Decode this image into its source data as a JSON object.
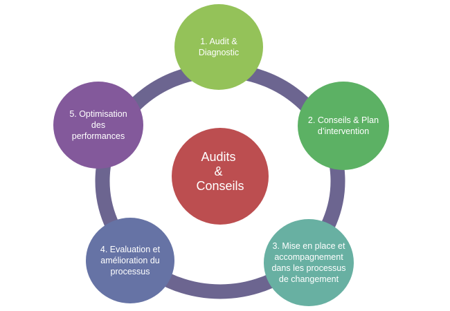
{
  "diagram": {
    "title_lines": [
      "Audits",
      "&",
      "Conseils"
    ],
    "center_color": "#bc4e50",
    "ring_color": "#6c6590",
    "steps": [
      {
        "id": "step-1",
        "lines": [
          "1. Audit &",
          "Diagnostic"
        ],
        "color": "#94c259"
      },
      {
        "id": "step-2",
        "lines": [
          "2. Conseils & Plan",
          "d’intervention"
        ],
        "color": "#5cb164"
      },
      {
        "id": "step-3",
        "lines": [
          "3. Mise en place et",
          "accompagnement",
          "dans les processus",
          "de changement"
        ],
        "color": "#68b0a2"
      },
      {
        "id": "step-4",
        "lines": [
          "4. Evaluation et",
          "amélioration du",
          "processus"
        ],
        "color": "#6673a5"
      },
      {
        "id": "step-5",
        "lines": [
          "5. Optimisation",
          "des",
          "performances"
        ],
        "color": "#83599b"
      }
    ]
  }
}
